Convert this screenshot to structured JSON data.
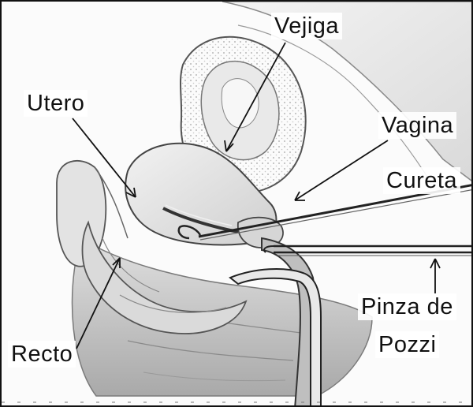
{
  "labels": {
    "vejiga": "Vejiga",
    "utero": "Utero",
    "vagina": "Vagina",
    "cureta": "Cureta",
    "pinza_line1": "Pinza de",
    "pinza_line2": "Pozzi",
    "recto": "Recto"
  },
  "colors": {
    "frame": "#111111",
    "tissue_light": "#ececec",
    "tissue_mid": "#cfcfcf",
    "tissue_dark": "#9a9a9a",
    "outline": "#2a2a2a"
  }
}
